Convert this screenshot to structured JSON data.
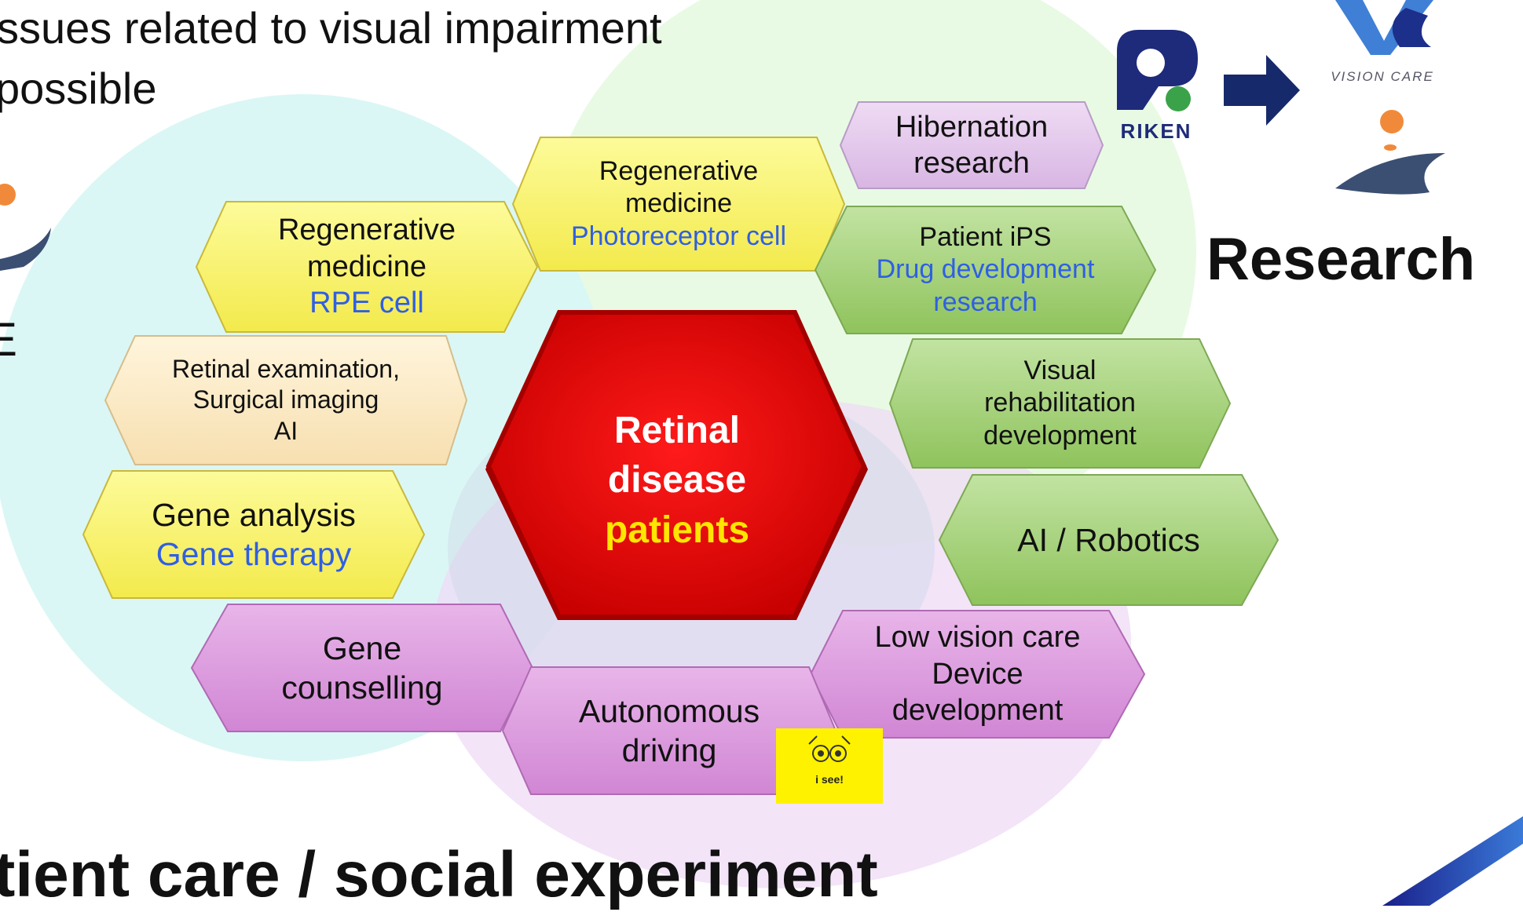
{
  "header": {
    "line1": "ssues related to visual impairment",
    "line2": "possible"
  },
  "center": {
    "line1": "Retinal",
    "line2": "disease",
    "line3": "patients"
  },
  "hexagons": [
    {
      "id": "hibernation",
      "line1": "Hibernation",
      "line2": "research"
    },
    {
      "id": "regen-photo",
      "line1": "Regenerative",
      "line2": "medicine",
      "line3": "Photoreceptor cell"
    },
    {
      "id": "regen-rpe",
      "line1": "Regenerative",
      "line2": "medicine",
      "line3": "RPE cell"
    },
    {
      "id": "patient-ips",
      "line1": "Patient iPS",
      "line2": "Drug development",
      "line3": "research"
    },
    {
      "id": "retinal-exam",
      "line1": "Retinal examination,",
      "line2": "Surgical imaging",
      "line3": "AI"
    },
    {
      "id": "visual-rehab",
      "line1": "Visual",
      "line2": "rehabilitation",
      "line3": "development"
    },
    {
      "id": "gene-analysis",
      "line1": "Gene analysis",
      "line2": "Gene therapy"
    },
    {
      "id": "ai-robotics",
      "line1": "AI / Robotics"
    },
    {
      "id": "gene-counselling",
      "line1": "Gene",
      "line2": "counselling"
    },
    {
      "id": "low-vision",
      "line1": "Low vision care",
      "line2": "Device",
      "line3": "development"
    },
    {
      "id": "autonomous",
      "line1": "Autonomous",
      "line2": "driving"
    }
  ],
  "labels": {
    "research": "Research",
    "patient_care": "tient care / social experiment",
    "left_fragment": "E"
  },
  "logos": {
    "riken": "RIKEN",
    "vision_care": "VISION CARE",
    "isee": "i see!"
  },
  "colors": {
    "center_red": "#e00000",
    "yellow": "#fdf67c",
    "green": "#a9d37a",
    "purple": "#dd9bde",
    "lavender": "#e2c9eb",
    "beige": "#fcecca",
    "link_blue": "#2f5fe3"
  }
}
